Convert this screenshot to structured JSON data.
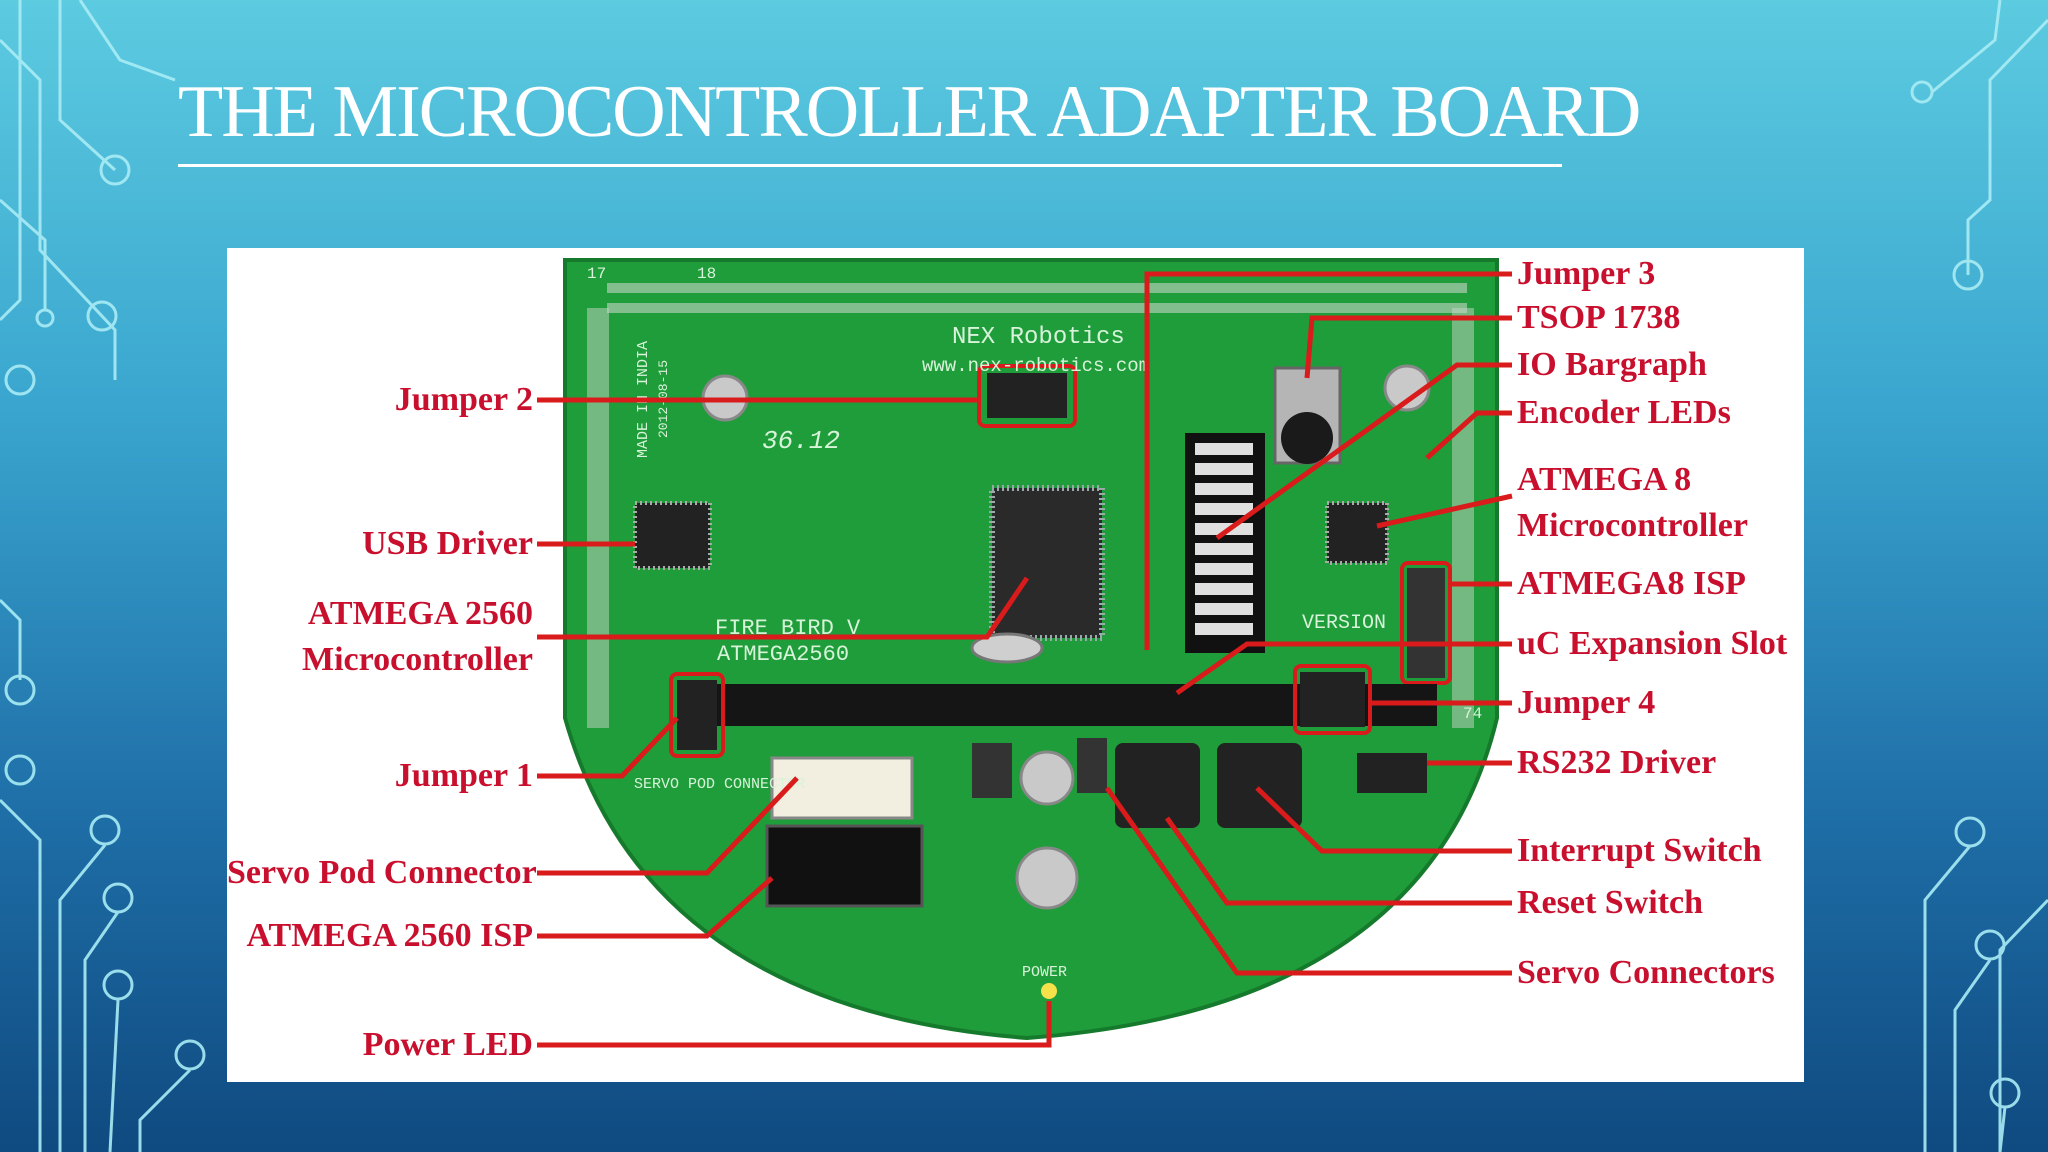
{
  "slide": {
    "title": "THE MICROCONTROLLER ADAPTER BOARD"
  },
  "board": {
    "silkscreen_brand": "NEX Robotics",
    "silkscreen_url": "www.nex-robotics.com",
    "silkscreen_model": "FIRE BIRD V",
    "silkscreen_chip": "ATMEGA2560",
    "silkscreen_made": "MADE IN INDIA",
    "silkscreen_date": "2012-08-15",
    "silkscreen_version_code": "36.12",
    "silkscreen_version_label": "VERSION",
    "silkscreen_servo": "SERVO POD CONNECTOR",
    "silkscreen_power": "POWER",
    "pin_17": "17",
    "pin_18": "18",
    "pin_74": "74"
  },
  "labels_left": [
    {
      "text": "Jumper 2"
    },
    {
      "text": "USB Driver"
    },
    {
      "text": "ATMEGA 2560"
    },
    {
      "text": "Microcontroller"
    },
    {
      "text": "Jumper 1"
    },
    {
      "text": "Servo Pod Connector"
    },
    {
      "text": "ATMEGA 2560 ISP"
    },
    {
      "text": "Power LED"
    }
  ],
  "labels_right": [
    {
      "text": "Jumper 3"
    },
    {
      "text": "TSOP 1738"
    },
    {
      "text": "IO Bargraph"
    },
    {
      "text": "Encoder LEDs"
    },
    {
      "text": "ATMEGA 8"
    },
    {
      "text": "Microcontroller"
    },
    {
      "text": "ATMEGA8 ISP"
    },
    {
      "text": "uC Expansion Slot"
    },
    {
      "text": "Jumper 4"
    },
    {
      "text": "RS232 Driver"
    },
    {
      "text": "Interrupt Switch"
    },
    {
      "text": "Reset Switch"
    },
    {
      "text": "Servo Connectors"
    }
  ],
  "colors": {
    "label": "#c8102e",
    "board": "#1f9d3a",
    "title": "#ffffff"
  }
}
